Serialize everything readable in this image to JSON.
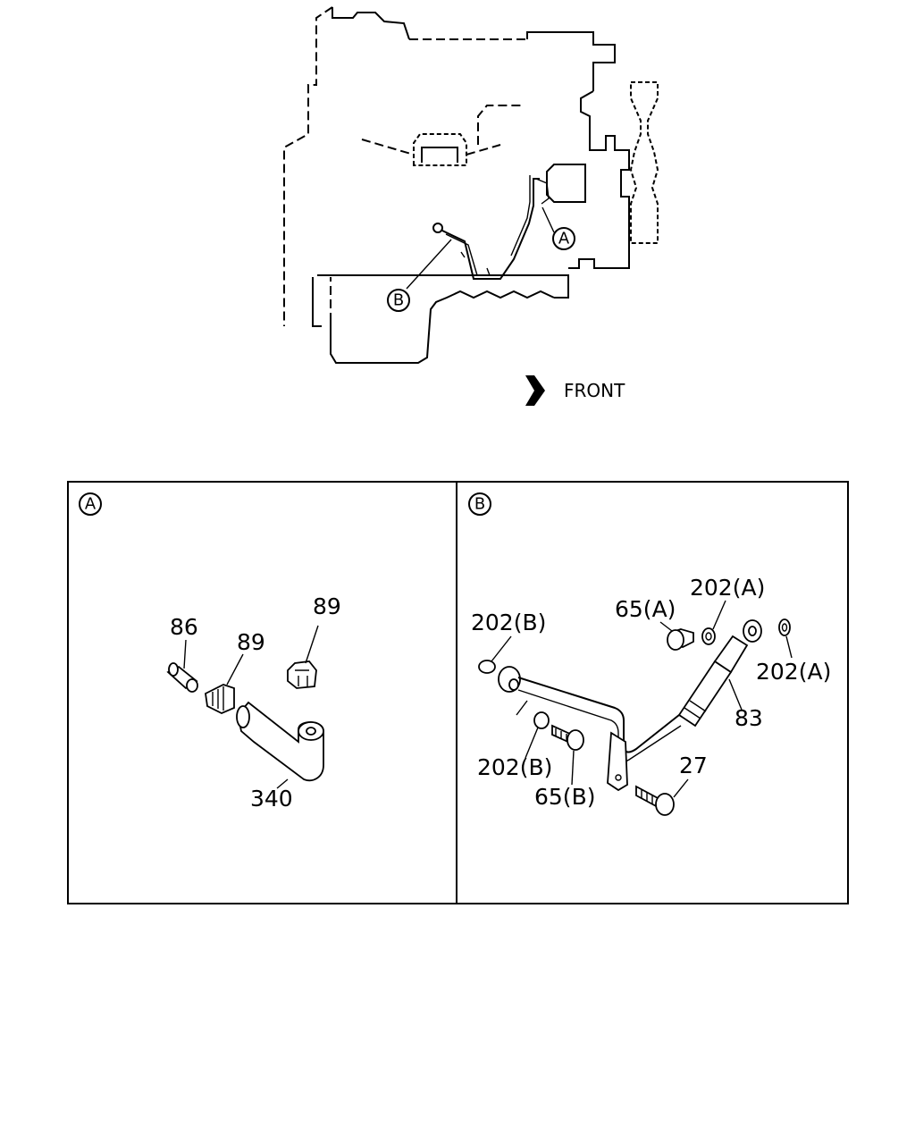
{
  "direction": {
    "front_label": "FRONT"
  },
  "callouts": {
    "a": "A",
    "b": "B"
  },
  "panel_a": {
    "badge": "A",
    "labels": {
      "p86": "86",
      "p89_left": "89",
      "p89_right": "89",
      "p340": "340"
    }
  },
  "panel_b": {
    "badge": "B",
    "labels": {
      "p202b_top": "202(B)",
      "p65a": "65(A)",
      "p202a_top": "202(A)",
      "p202a_right": "202(A)",
      "p83": "83",
      "p202b_bottom": "202(B)",
      "p65b": "65(B)",
      "p27": "27"
    }
  }
}
